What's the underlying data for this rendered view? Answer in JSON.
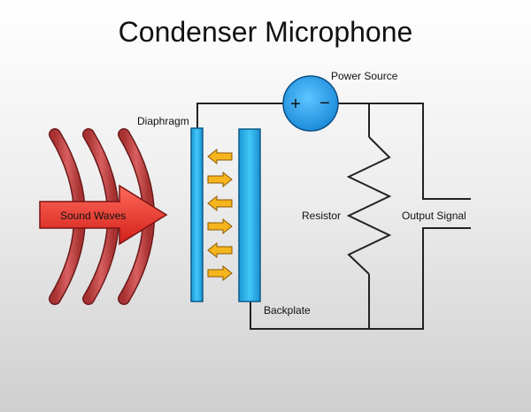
{
  "title": "Condenser Microphone",
  "labels": {
    "sound_waves": "Sound Waves",
    "diaphragm": "Diaphragm",
    "backplate": "Backplate",
    "power_source": "Power Source",
    "plus": "+",
    "minus": "−",
    "resistor": "Resistor",
    "output_signal": "Output Signal"
  },
  "colors": {
    "wave": "#c94a4a",
    "arrow": "#e8322c",
    "plate": "#2fb8f0",
    "power": "#2a9fe6",
    "small_arrows": "#f2b01e",
    "wire": "#222222"
  },
  "icons": [
    "sound-wave-arcs",
    "big-right-arrow",
    "left-arrow",
    "right-arrow",
    "zigzag-resistor",
    "circle-battery"
  ]
}
